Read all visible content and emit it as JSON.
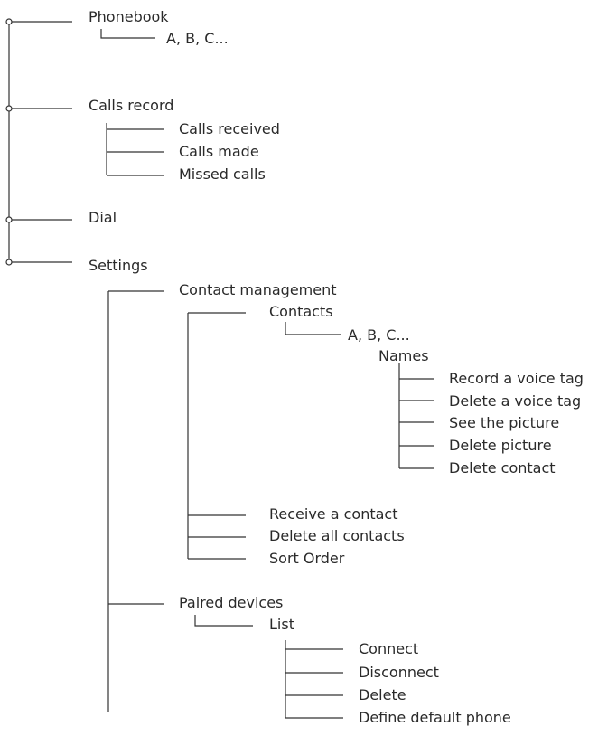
{
  "menu": {
    "phonebook": {
      "label": "Phonebook",
      "abc": "A, B, C..."
    },
    "calls_record": {
      "label": "Calls record",
      "items": [
        "Calls received",
        "Calls made",
        "Missed calls"
      ]
    },
    "dial": {
      "label": "Dial"
    },
    "settings": {
      "label": "Settings",
      "contact_management": {
        "label": "Contact management",
        "contacts": {
          "label": "Contacts",
          "abc": "A, B, C...",
          "names": {
            "label": "Names",
            "items": [
              "Record a voice tag",
              "Delete a voice tag",
              "See the picture",
              "Delete picture",
              "Delete contact"
            ]
          }
        },
        "items": [
          "Receive a contact",
          "Delete all contacts",
          "Sort Order"
        ]
      },
      "paired_devices": {
        "label": "Paired devices",
        "list": {
          "label": "List",
          "items": [
            "Connect",
            "Disconnect",
            "Delete",
            "Define default phone"
          ]
        }
      }
    }
  }
}
